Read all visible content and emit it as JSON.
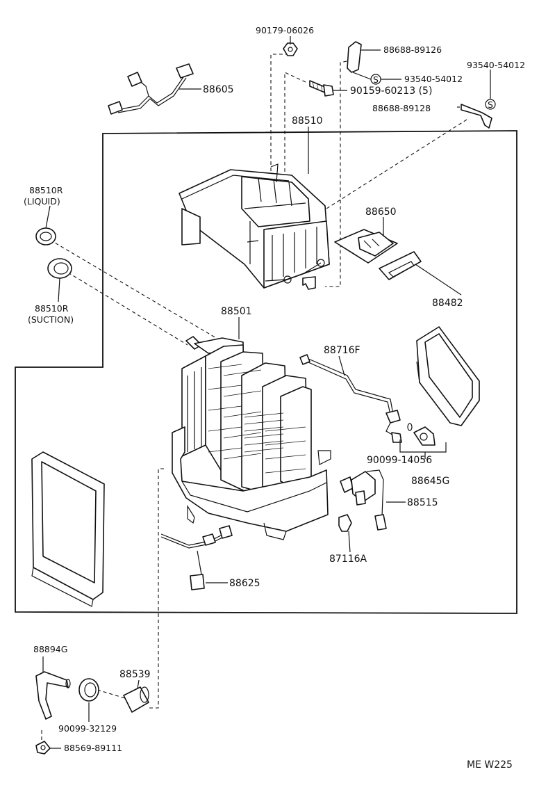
{
  "labels": {
    "p90179": "90179-06026",
    "p88688a": "88688-89126",
    "p93540a": "93540-54012",
    "p93540b": "93540-54012",
    "p90159": "90159-60213 (5)",
    "p88688b": "88688-89128",
    "p88605": "88605",
    "p88510": "88510",
    "p88510r_liquid_num": "88510R",
    "p88510r_liquid_desc": "(LIQUID)",
    "p88510r_suction_num": "88510R",
    "p88510r_suction_desc": "(SUCTION)",
    "p88650": "88650",
    "p88482": "88482",
    "p88501": "88501",
    "p88716f": "88716F",
    "p90099a": "90099-14056",
    "p88645g": "88645G",
    "p88515": "88515",
    "p87116a": "87116A",
    "p88625": "88625",
    "p88894g": "88894G",
    "p88539": "88539",
    "p90099b": "90099-32129",
    "p88569": "88569-89111",
    "s_mark_a": "S",
    "s_mark_b": "S",
    "ref_code": "ME W225"
  }
}
